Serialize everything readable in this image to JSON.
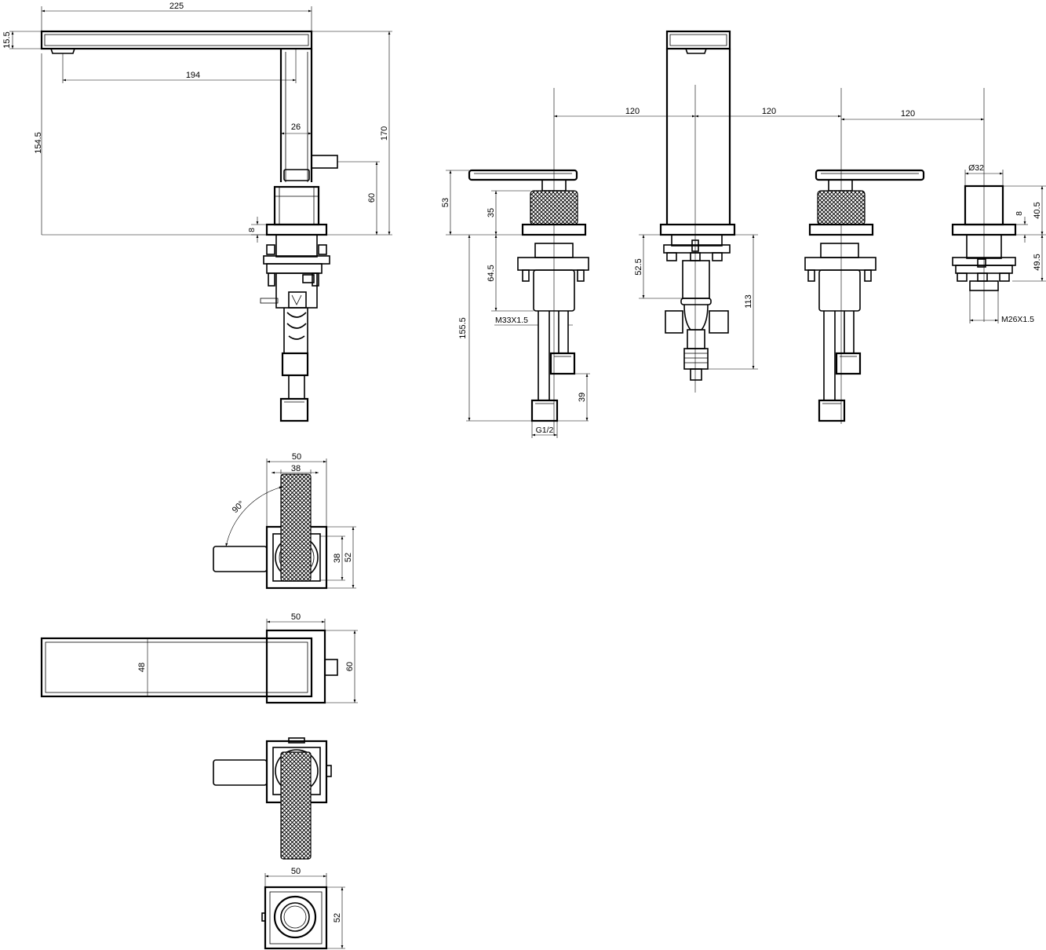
{
  "drawing": {
    "views": {
      "spout_side": {
        "dims": {
          "width_total": "225",
          "thickness": "15.5",
          "reach": "194",
          "body_width": "26",
          "height_total": "170",
          "height_outlet": "154.5",
          "handle_height": "60",
          "flange": "8"
        }
      },
      "front_assembly": {
        "dims": {
          "spacing_1": "120",
          "spacing_2": "120",
          "spacing_3": "120",
          "handle_height": "53",
          "knurl_height": "35",
          "shank_length": "64.5",
          "thread_handle": "M33X1.5",
          "below_deck": "155.5",
          "hose_end": "39",
          "connection": "G1/2",
          "spout_shank": "52.5",
          "spout_below": "113",
          "diverter_dia": "Ø32",
          "diverter_height": "40.5",
          "diverter_flange": "8",
          "diverter_shank": "49.5",
          "diverter_thread": "M26X1.5"
        }
      },
      "handle_top": {
        "dims": {
          "width_outer": "50",
          "width_inner": "38",
          "rotation": "90°",
          "side_inner": "38",
          "side_outer": "52"
        }
      },
      "spout_top": {
        "dims": {
          "width": "50",
          "spout_width": "48",
          "depth": "60"
        }
      },
      "handle_bottom": {},
      "diverter_top": {
        "dims": {
          "width": "50",
          "depth": "52"
        }
      }
    }
  }
}
